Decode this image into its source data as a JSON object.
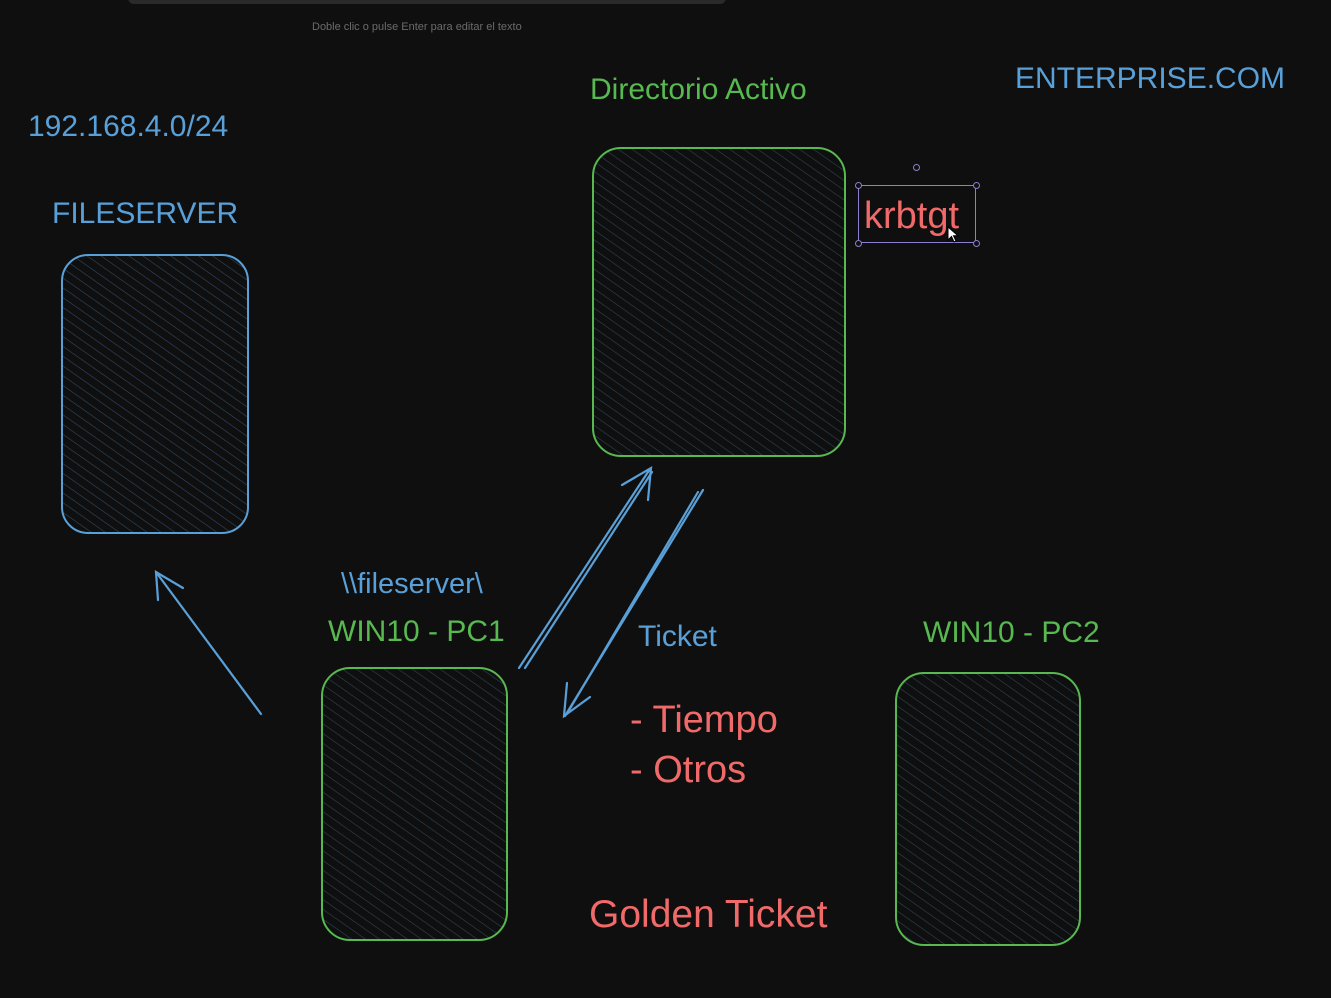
{
  "editor": {
    "hint_text": "Doble clic o pulse Enter para editar el texto"
  },
  "diagram": {
    "network_label": "192.168.4.0/24",
    "domain_label": "ENTERPRISE.COM",
    "nodes": {
      "fileserver": {
        "label": "FILESERVER"
      },
      "active_directory": {
        "label": "Directorio Activo",
        "account": "krbtgt"
      },
      "pc1": {
        "label": "WIN10 - PC1",
        "share_path": "\\\\fileserver\\"
      },
      "pc2": {
        "label": "WIN10 - PC2"
      }
    },
    "ticket_label": "Ticket",
    "ticket_fields": [
      "- Tiempo",
      "- Otros"
    ],
    "attack_name": "Golden Ticket"
  },
  "colors": {
    "background": "#0f0f0f",
    "blue": "#5aa0d8",
    "green": "#57b94f",
    "red": "#f06a6a",
    "selection": "#8b7fd0"
  }
}
